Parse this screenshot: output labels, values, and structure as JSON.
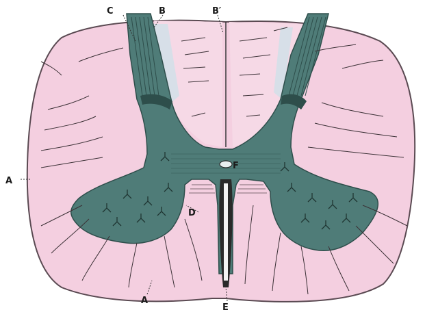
{
  "figure": {
    "labels": {
      "a_left": "A",
      "a_bottom": "A",
      "b": "B",
      "b_prime": "B′",
      "c": "C",
      "d": "D",
      "e": "E",
      "f": "F"
    },
    "colors": {
      "white_matter": "#f4cfe0",
      "white_matter_outline": "#5a4a52",
      "gray_matter": "#4f7c78",
      "gray_matter_dark": "#2e4e4b",
      "dorsal_horn_tip": "#cfe0e8",
      "fissure": "#2a2a2a",
      "background": "#ffffff"
    },
    "description_icons": {
      "neurons": "neuron-cell-icon"
    }
  }
}
